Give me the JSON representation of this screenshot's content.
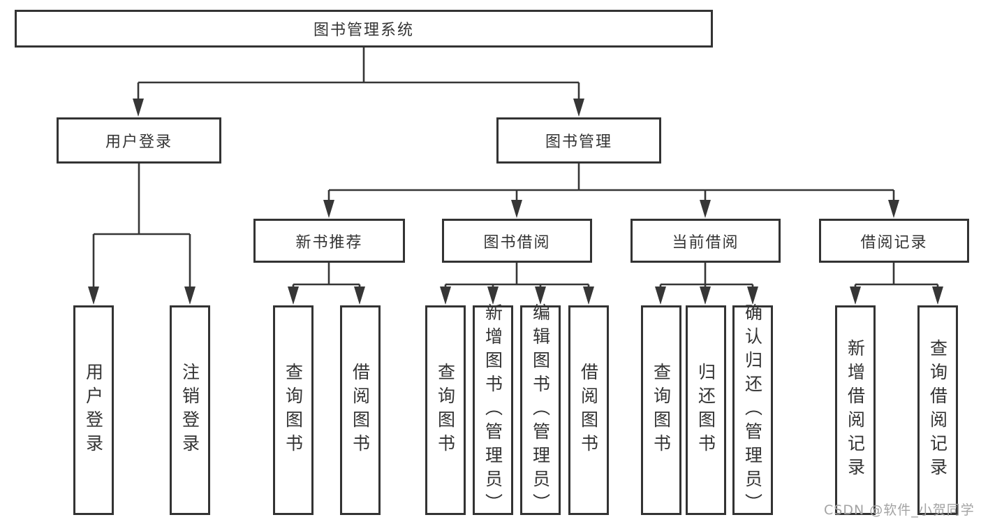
{
  "tree": {
    "label": "图书管理系统",
    "children": [
      {
        "label": "用户登录",
        "children": [
          {
            "label": "用户登录"
          },
          {
            "label": "注销登录"
          }
        ]
      },
      {
        "label": "图书管理",
        "children": [
          {
            "label": "新书推荐",
            "children": [
              {
                "label": "查询图书"
              },
              {
                "label": "借阅图书"
              }
            ]
          },
          {
            "label": "图书借阅",
            "children": [
              {
                "label": "查询图书"
              },
              {
                "label": "新增图书（管理员）"
              },
              {
                "label": "编辑图书（管理员）"
              },
              {
                "label": "借阅图书"
              }
            ]
          },
          {
            "label": "当前借阅",
            "children": [
              {
                "label": "查询图书"
              },
              {
                "label": "归还图书"
              },
              {
                "label": "确认归还（管理员）"
              }
            ]
          },
          {
            "label": "借阅记录",
            "children": [
              {
                "label": "新增借阅记录"
              },
              {
                "label": "查询借阅记录"
              }
            ]
          }
        ]
      }
    ]
  },
  "watermark": {
    "text": "CSDN @软件_小贺同学"
  },
  "colors": {
    "line": "#363636",
    "box_border": "#333333",
    "box_background": "#ffffff",
    "text": "#333333",
    "watermark": "#a3a3a3"
  }
}
